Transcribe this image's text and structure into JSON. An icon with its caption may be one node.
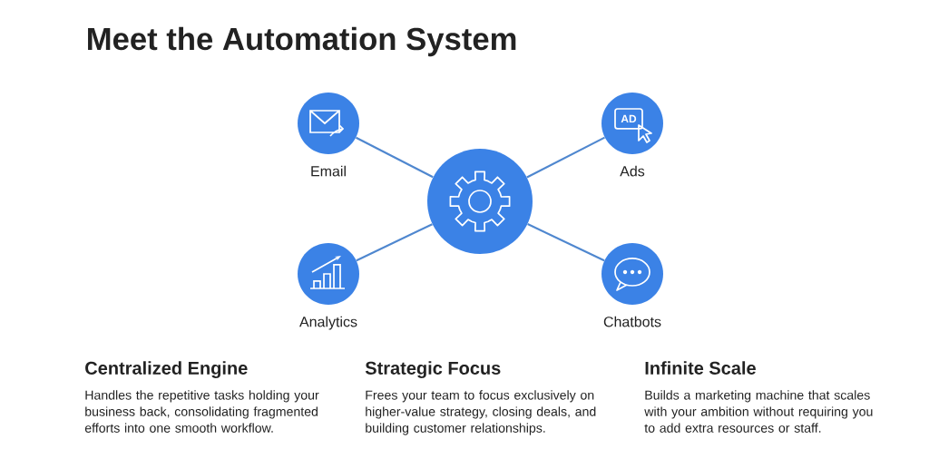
{
  "diagram": {
    "title": "Meet the Automation System",
    "nodes": [
      {
        "text": [
          "Email"
        ]
      },
      {
        "text": [
          "Ads"
        ]
      },
      {
        "text": [],
        "shape": "circle"
      },
      {
        "text": [
          "Analytics"
        ]
      },
      {
        "text": [
          "Chatbots"
        ]
      }
    ],
    "edges": [
      {
        "from": 2,
        "to": 0,
        "arrow": "none"
      },
      {
        "from": 2,
        "to": 1,
        "arrow": "none"
      },
      {
        "from": 2,
        "to": 3,
        "arrow": "none"
      },
      {
        "from": 2,
        "to": 4,
        "arrow": "none"
      }
    ],
    "labels": [
      "AD",
      "Centralized Engine",
      "Handles the repetitive tasks holding your business back, consolidating fragmented efforts into one smooth workflow.",
      "Strategic Focus",
      "Frees your team to focus exclusively on higher-value strategy, closing deals, and building customer relationships.",
      "Infinite Scale",
      "Builds a marketing machine that scales with your ambition without requiring you to add extra resources or staff."
    ]
  }
}
